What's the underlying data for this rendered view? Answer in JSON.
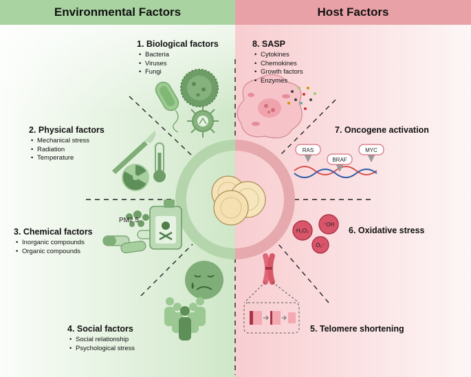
{
  "headers": {
    "left": "Environmental Factors",
    "right": "Host Factors"
  },
  "sections": {
    "biological": {
      "title": "1. Biological factors",
      "items": [
        "Bacteria",
        "Viruses",
        "Fungi"
      ]
    },
    "physical": {
      "title": "2. Physical factors",
      "items": [
        "Mechanical stress",
        "Radiation",
        "Temperature"
      ]
    },
    "chemical": {
      "title": "3. Chemical factors",
      "items": [
        "Inorganic compounds",
        "Organic compounds"
      ]
    },
    "social": {
      "title": "4. Social factors",
      "items": [
        "Social relationship",
        "Psychological stress"
      ]
    },
    "telomere": {
      "title": "5. Telomere shortening"
    },
    "oxidative": {
      "title": "6. Oxidative stress"
    },
    "oncogene": {
      "title": "7. Oncogene activation"
    },
    "sasp": {
      "title": "8. SASP",
      "items": [
        "Cytokines",
        "Chemokines",
        "Growth factors",
        "Enzymes"
      ]
    }
  },
  "labels": {
    "pm25": "PM2.5",
    "ras": "RAS",
    "braf": "BRAF",
    "myc": "MYC",
    "h2o2": "H₂O₂",
    "oh": "⁻OH",
    "o2": "O₂⁻"
  },
  "colors": {
    "env_header": "#a9d3a0",
    "host_header": "#e8a1a6",
    "env_panel": "#dcefd6",
    "host_panel": "#fbdfe1",
    "ring_green": "#b5d6ac",
    "ring_pink": "#e5a9ae",
    "icon_green": "#7fae78",
    "icon_pink": "#d66f7d"
  }
}
